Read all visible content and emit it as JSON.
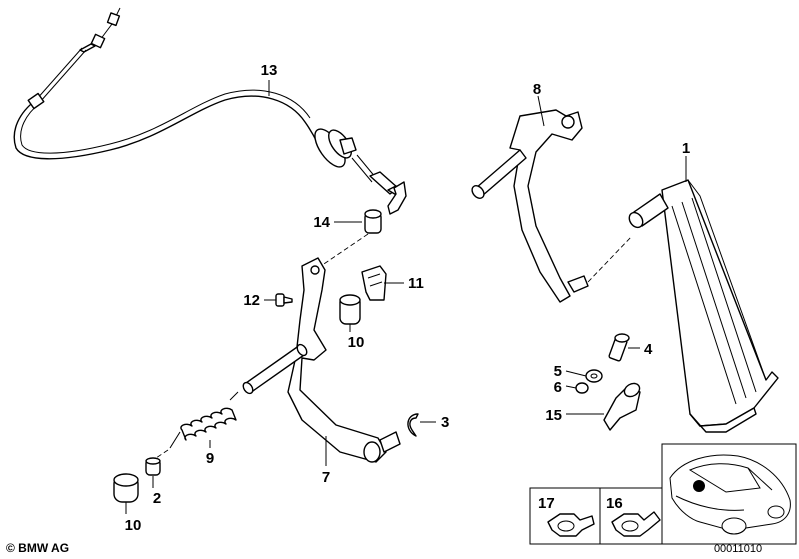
{
  "callouts": [
    {
      "id": "c13",
      "label": "13"
    },
    {
      "id": "c14",
      "label": "14"
    },
    {
      "id": "c12",
      "label": "12"
    },
    {
      "id": "c11",
      "label": "11"
    },
    {
      "id": "c10a",
      "label": "10"
    },
    {
      "id": "c9",
      "label": "9"
    },
    {
      "id": "c7",
      "label": "7"
    },
    {
      "id": "c3",
      "label": "3"
    },
    {
      "id": "c2",
      "label": "2"
    },
    {
      "id": "c10b",
      "label": "10"
    },
    {
      "id": "c8",
      "label": "8"
    },
    {
      "id": "c1",
      "label": "1"
    },
    {
      "id": "c4",
      "label": "4"
    },
    {
      "id": "c5",
      "label": "5"
    },
    {
      "id": "c6",
      "label": "6"
    },
    {
      "id": "c15",
      "label": "15"
    },
    {
      "id": "c17",
      "label": "17"
    },
    {
      "id": "c16",
      "label": "16"
    }
  ],
  "copyright": "© BMW AG",
  "diagram_ref": "00011010"
}
